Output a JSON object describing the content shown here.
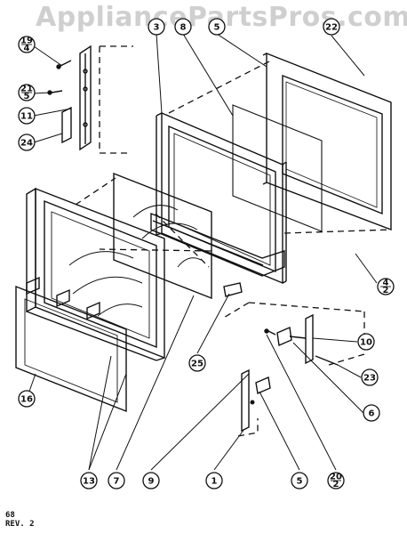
{
  "watermark": "AppliancePartsPros.com",
  "footer": {
    "line1": "68",
    "line2": "REV. 2"
  },
  "callouts": [
    {
      "id": "c-19-4",
      "top": "19",
      "bottom": "4"
    },
    {
      "id": "c-21-5",
      "top": "21",
      "bottom": "5"
    },
    {
      "id": "c-11",
      "label": "11"
    },
    {
      "id": "c-24",
      "label": "24"
    },
    {
      "id": "c-3",
      "label": "3"
    },
    {
      "id": "c-8",
      "label": "8"
    },
    {
      "id": "c-5top",
      "label": "5"
    },
    {
      "id": "c-22",
      "label": "22"
    },
    {
      "id": "c-4-2",
      "top": "4",
      "bottom": "2"
    },
    {
      "id": "c-25",
      "label": "25"
    },
    {
      "id": "c-10",
      "label": "10"
    },
    {
      "id": "c-23",
      "label": "23"
    },
    {
      "id": "c-6",
      "label": "6"
    },
    {
      "id": "c-16",
      "label": "16"
    },
    {
      "id": "c-13",
      "label": "13"
    },
    {
      "id": "c-7",
      "label": "7"
    },
    {
      "id": "c-9",
      "label": "9"
    },
    {
      "id": "c-1",
      "label": "1"
    },
    {
      "id": "c-5bot",
      "label": "5"
    },
    {
      "id": "c-20-2",
      "top": "20",
      "bottom": "2"
    }
  ]
}
